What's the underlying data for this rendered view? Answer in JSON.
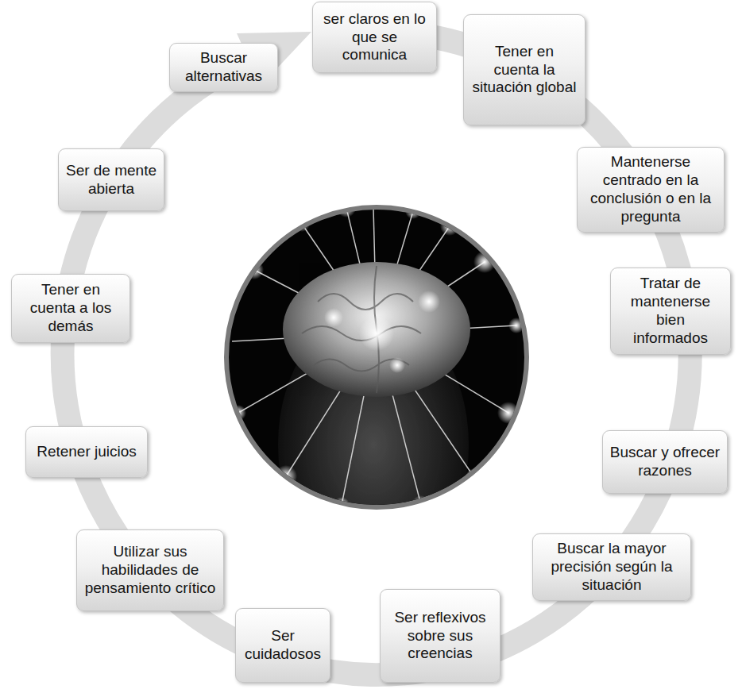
{
  "diagram": {
    "nodes": [
      {
        "text": [
          "ser claros en lo que se comunica"
        ]
      },
      {
        "text": [
          "Tener en cuenta la situación global"
        ]
      },
      {
        "text": [
          "Mantenerse centrado en la conclusión o en la pregunta"
        ]
      },
      {
        "text": [
          "Tratar de mantenerse bien informados"
        ]
      },
      {
        "text": [
          "Buscar y ofrecer razones"
        ]
      },
      {
        "text": [
          "Buscar la mayor precisión según la situación"
        ]
      },
      {
        "text": [
          "Ser reflexivos sobre sus creencias"
        ]
      },
      {
        "text": [
          "Ser cuidadosos"
        ]
      },
      {
        "text": [
          "Utilizar sus habilidades de pensamiento crítico"
        ]
      },
      {
        "text": [
          "Retener juicios"
        ]
      },
      {
        "text": [
          "Tener en cuenta a los demás"
        ]
      },
      {
        "text": [
          "Ser de mente abierta"
        ]
      },
      {
        "text": [
          "Buscar alternativas"
        ]
      }
    ]
  }
}
